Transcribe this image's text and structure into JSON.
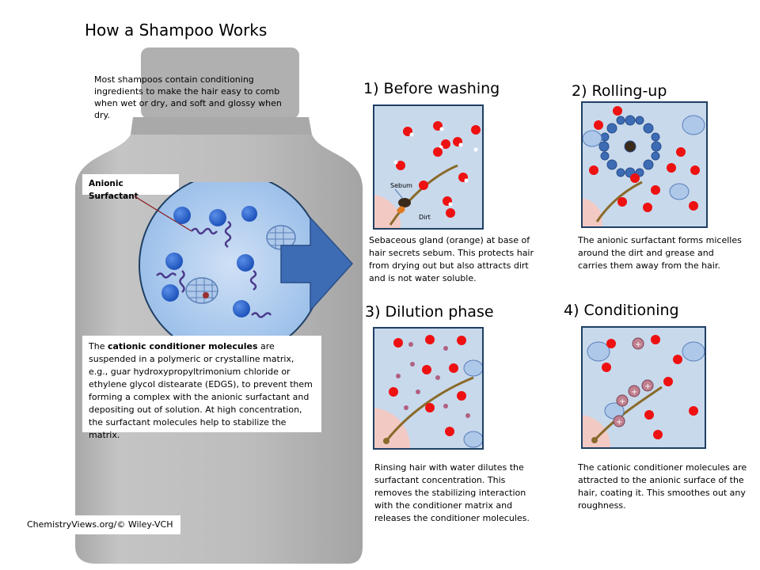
{
  "title": "How a Shampoo Works",
  "intro": "Most shampoos contain conditioning ingredients to make the hair easy to comb when wet or dry, and soft and glossy when dry.",
  "anionic_label": "Anionic Surfactant",
  "cationic_text": {
    "pre": "The ",
    "bold": "cationic conditioner molecules",
    "post": " are suspended in a polymeric or crystalline matrix, e.g., guar hydroxypropyltrimonium chloride or ethylene glycol distearate (EDGS), to prevent them forming a complex with the anionic surfactant and depositing out of solution. At high concentration, the surfactant molecules help to stabilize the matrix."
  },
  "credit": "ChemistryViews.org/© Wiley-VCH",
  "steps": [
    {
      "title": "1) Before washing",
      "caption": "Sebaceous gland (orange) at base of hair secrets sebum. This protects hair from drying out but also attracts dirt and is not water soluble.",
      "labels": {
        "sebum": "Sebum",
        "dirt": "Dirt"
      }
    },
    {
      "title": "2) Rolling-up",
      "caption": "The anionic surfactant forms micelles around the dirt and grease and carries them away from the hair."
    },
    {
      "title": "3) Dilution phase",
      "caption": "Rinsing hair with water dilutes the surfactant concentration. This removes the stabilizing interaction with the conditioner matrix and releases the conditioner molecules."
    },
    {
      "title": "4) Conditioning",
      "caption": "The cationic conditioner molecules are attracted to the anionic surface of the hair, coating it. This smoothes out any roughness."
    }
  ],
  "colors": {
    "bottle": "#b8b8b8",
    "panel_bg": "#c8d9ec",
    "panel_border": "#1f3f63",
    "arrow": "#3d6cb5",
    "water_red": "#ee1111",
    "hair": "#8a6a2a"
  }
}
